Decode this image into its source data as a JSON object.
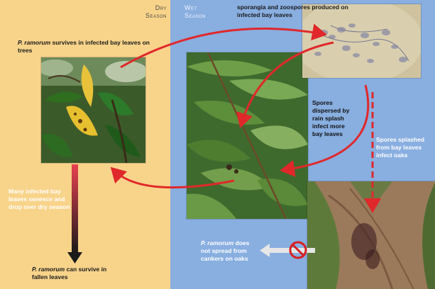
{
  "seasons": {
    "dry": [
      "Dry",
      "Season"
    ],
    "wet": [
      "Wet",
      "Season"
    ]
  },
  "labels": {
    "survives_trees": {
      "species": "P. ramorum",
      "rest": " survives in infected bay leaves on trees"
    },
    "sporangia": "sporangia and zoospores produced on infected bay leaves",
    "spores_dispersed": "Spores dispersed by rain splash infect more bay leaves",
    "spores_oaks": "Spores splashed from bay leaves infect oaks",
    "senesce": "Many infected bay leaves senesce and drop over dry season",
    "fallen": {
      "species": "P. ramorum",
      "rest": " can survive in fallen leaves"
    },
    "no_spread": {
      "species": "P. ramorum",
      "rest": " does not spread from cankers on oaks"
    }
  },
  "colors": {
    "dry_bg": "#f8d38a",
    "wet_bg": "#89aee0",
    "arrow_red": "#e0282a",
    "no_symbol": "#d62020"
  },
  "icons": {
    "no_symbol": "prohibition-icon"
  }
}
